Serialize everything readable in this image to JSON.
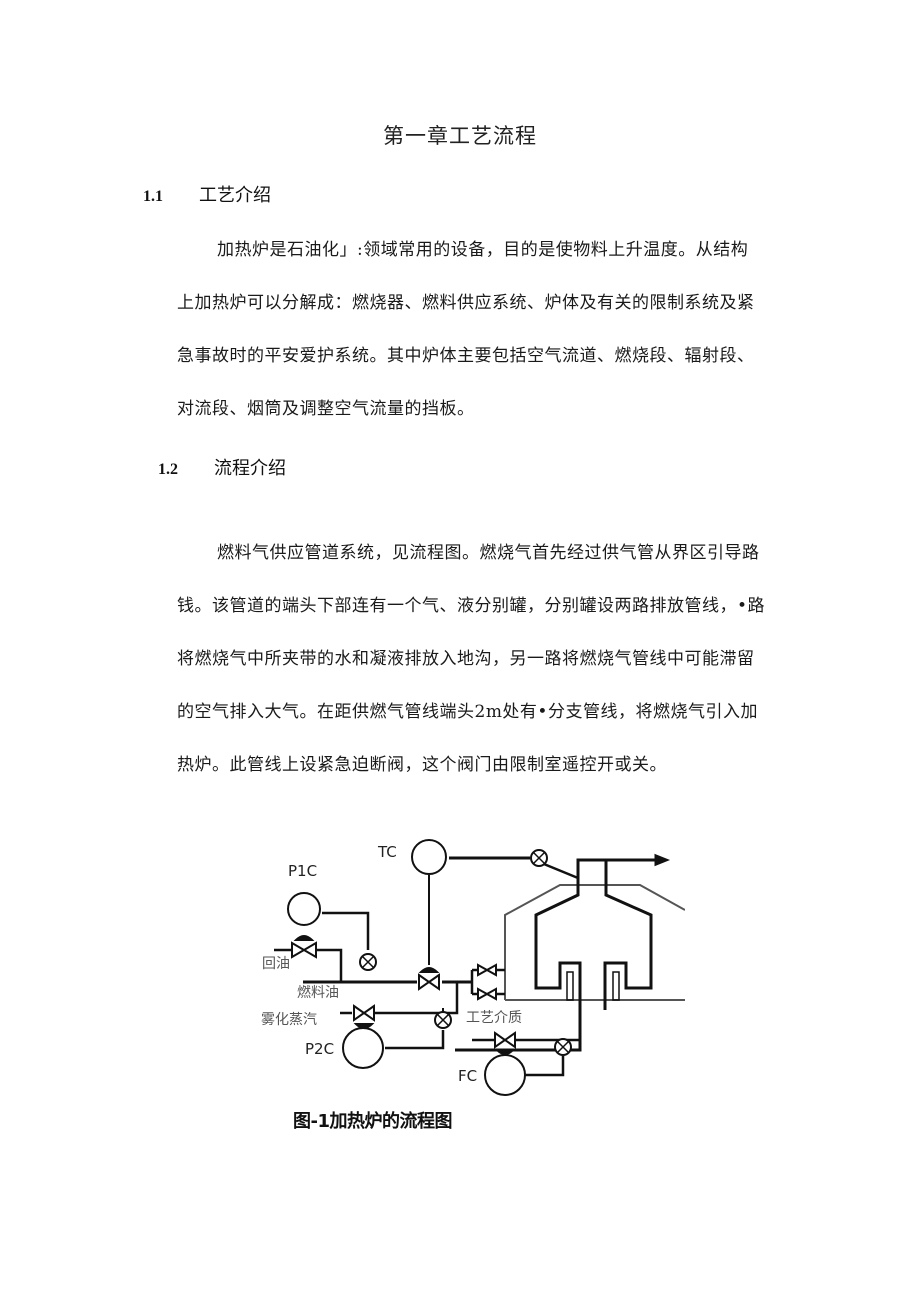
{
  "document": {
    "chapter_title": "第一章工艺流程",
    "sections": [
      {
        "number": "1.1",
        "title": "工艺介绍",
        "paragraph_lines": [
          "加热炉是石油化」:领域常用的设备，目的是使物料上升温度。从结构",
          "上加热炉可以分解成：燃烧器、燃料供应系统、炉体及有关的限制系统及紧",
          "急事故时的平安爱护系统。其中炉体主要包括空气流道、燃烧段、辐射段、",
          "对流段、烟筒及调整空气流量的挡板。"
        ]
      },
      {
        "number": "1.2",
        "title": "流程介绍",
        "paragraph_lines": [
          "燃料气供应管道系统，见流程图。燃烧气首先经过供气管从界区引导路",
          "钱。该管道的端头下部连有一个气、液分别罐，分别罐设两路排放管线，•路",
          "将燃烧气中所夹带的水和凝液排放入地沟，另一路将燃烧气管线中可能滞留",
          "的空气排入大气。在距供燃气管线端头2m处有•分支管线，将燃烧气引入加",
          "热炉。此管线上设紧急迫断阀，这个阀门由限制室遥控开或关。"
        ]
      }
    ],
    "figure": {
      "caption": "图-1加热炉的流程图",
      "labels": {
        "tc": "TC",
        "p1c": "P1C",
        "p2c": "P2C",
        "fc": "FC",
        "return_oil": "回油",
        "fuel_oil": "燃料油",
        "atomizing_steam": "雾化蒸汽",
        "process_medium": "工艺介质"
      }
    }
  }
}
